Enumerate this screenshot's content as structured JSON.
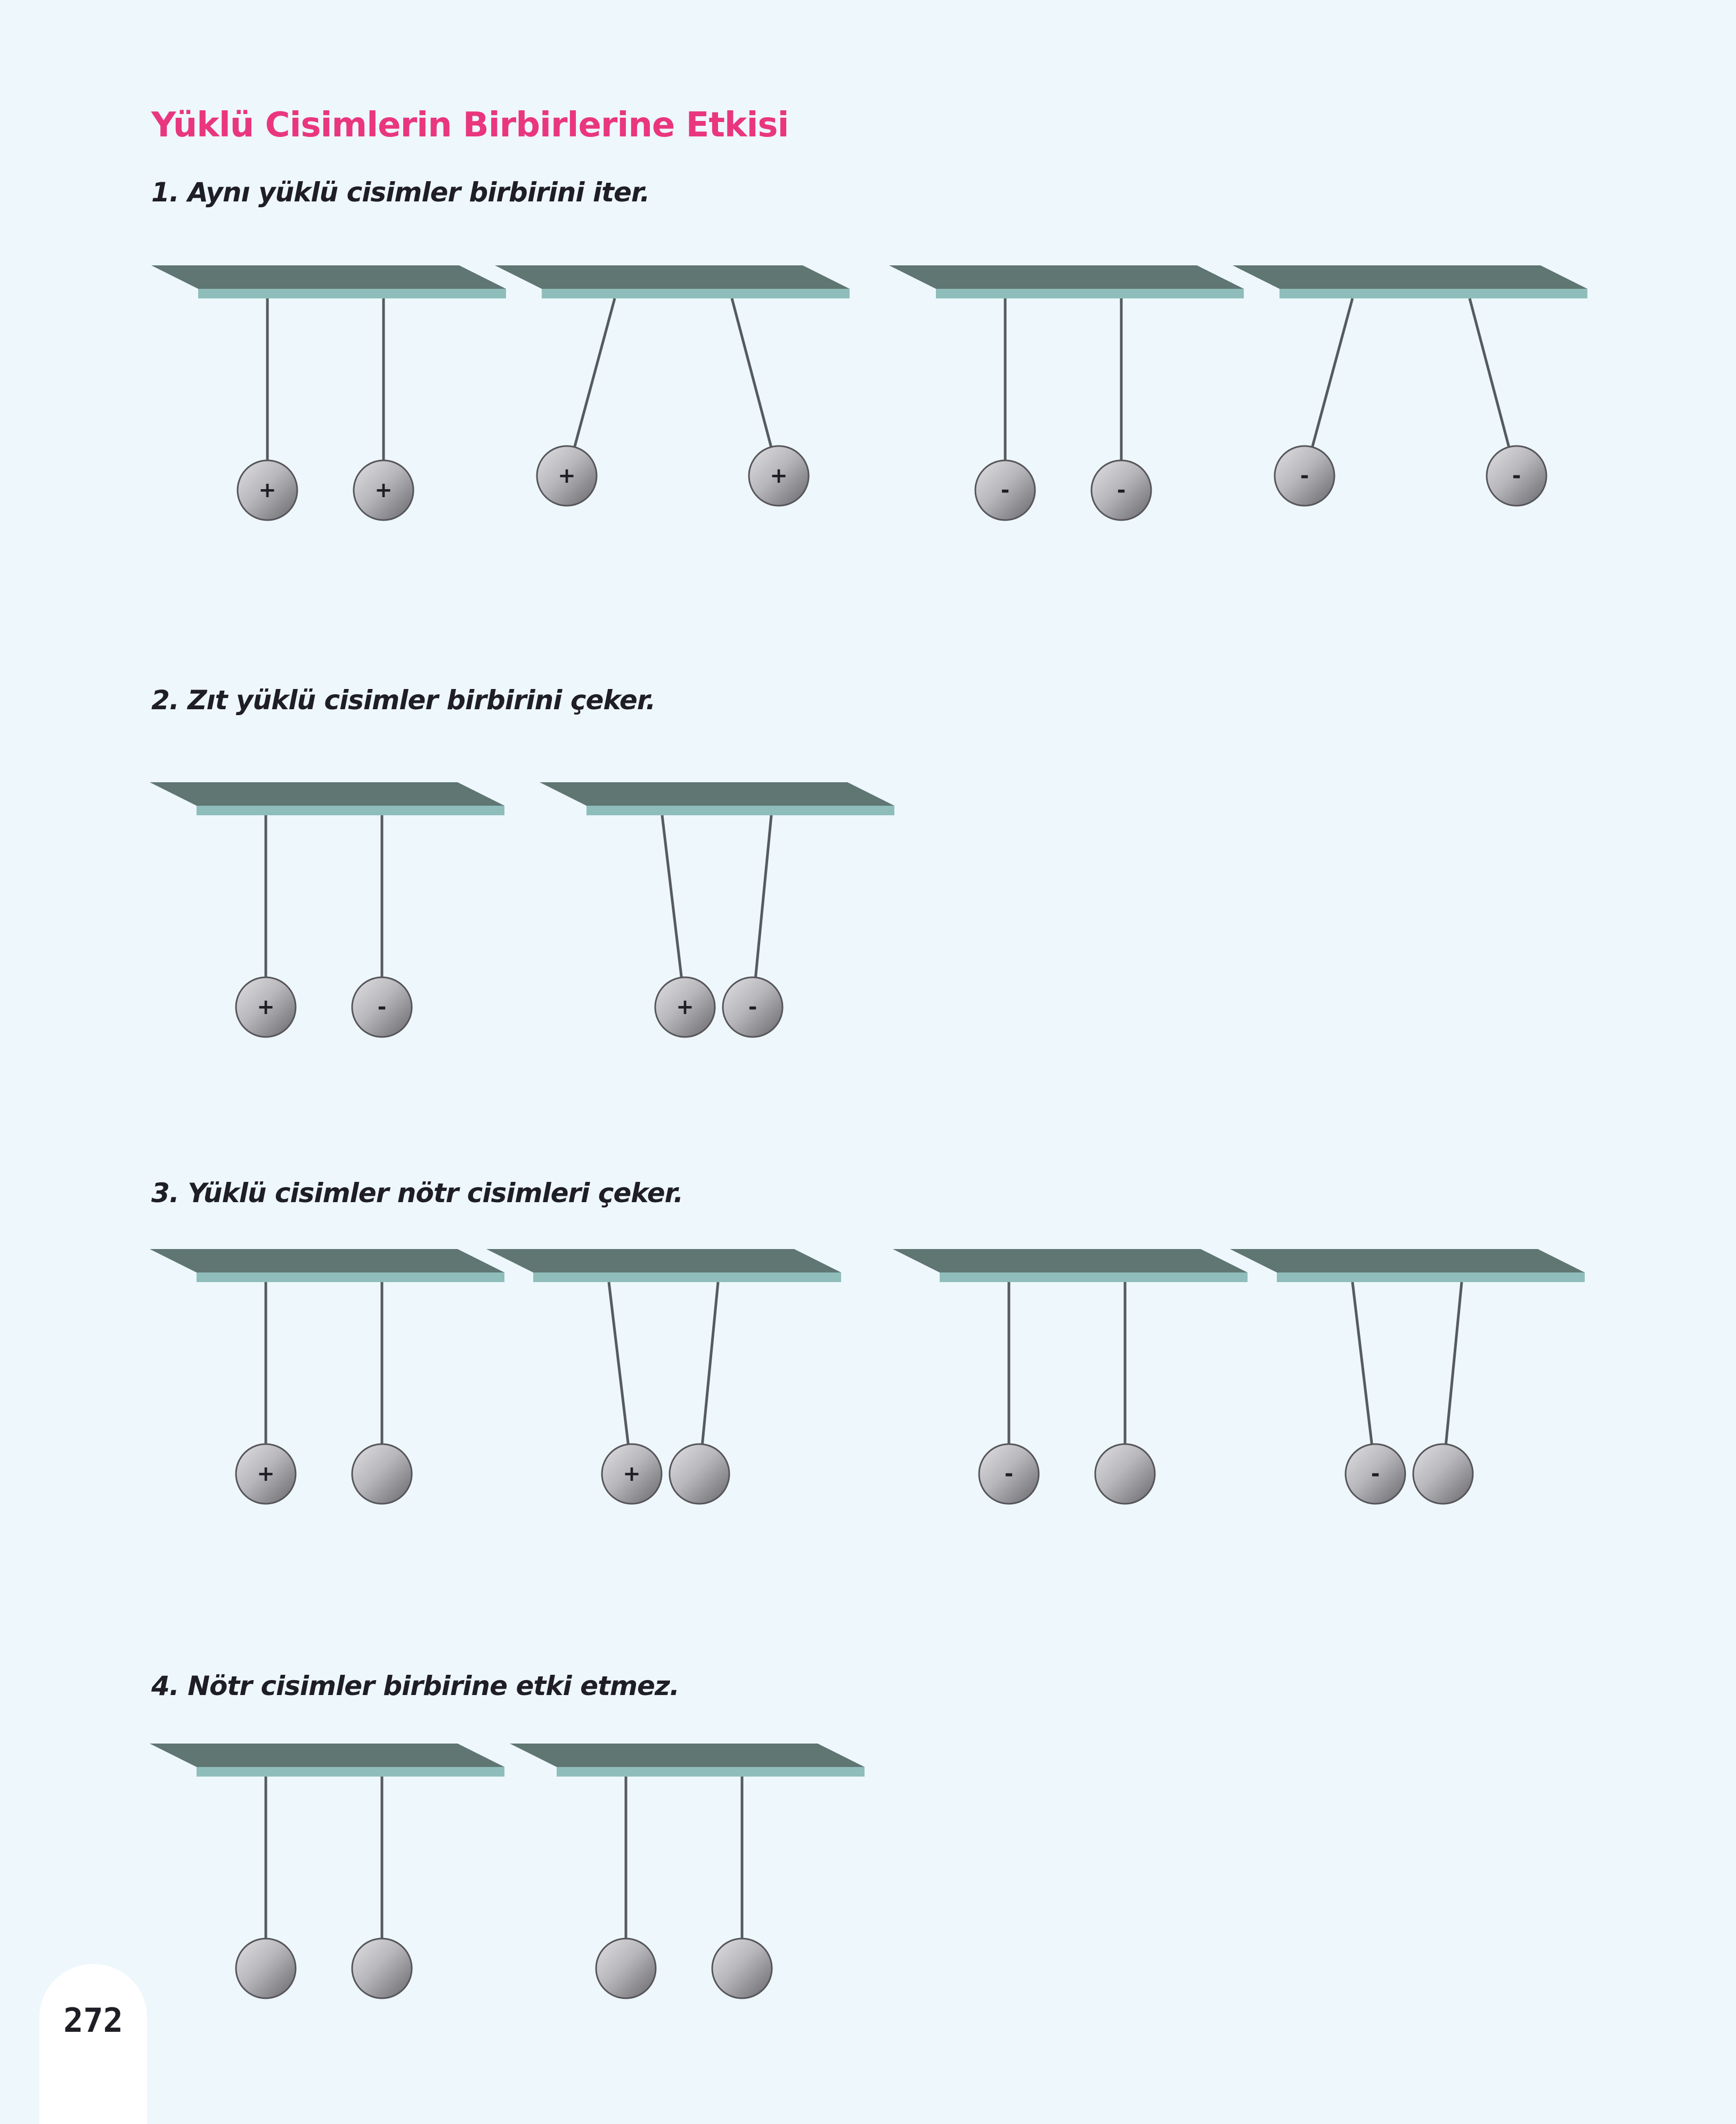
{
  "page": {
    "title": "Yüklü Cisimlerin Birbirlerine Etkisi",
    "page_number": "272",
    "colors": {
      "title": "#e9367f",
      "heading": "#1e1e24",
      "background": "#eef7fc",
      "bar_top": "#5f7673",
      "bar_edge": "#8fbdbb",
      "string": "#555b5e",
      "ball_light": "#d9d9dc",
      "ball_dark": "#6e6e72"
    }
  },
  "sections": [
    {
      "heading": "1. Aynı yüklü cisimler birbirini iter.",
      "pendulums": [
        {
          "state": "hanging",
          "charges": [
            "+",
            "+"
          ]
        },
        {
          "state": "repel",
          "charges": [
            "+",
            "+"
          ]
        },
        {
          "state": "hanging",
          "charges": [
            "-",
            "-"
          ]
        },
        {
          "state": "repel",
          "charges": [
            "-",
            "-"
          ]
        }
      ]
    },
    {
      "heading": "2. Zıt yüklü cisimler birbirini çeker.",
      "pendulums": [
        {
          "state": "hanging",
          "charges": [
            "+",
            "-"
          ]
        },
        {
          "state": "attract",
          "charges": [
            "+",
            "-"
          ]
        }
      ]
    },
    {
      "heading": "3. Yüklü cisimler nötr cisimleri çeker.",
      "pendulums": [
        {
          "state": "hanging",
          "charges": [
            "+",
            ""
          ]
        },
        {
          "state": "attract",
          "charges": [
            "+",
            ""
          ]
        },
        {
          "state": "hanging",
          "charges": [
            "-",
            ""
          ]
        },
        {
          "state": "attract",
          "charges": [
            "-",
            ""
          ]
        }
      ]
    },
    {
      "heading": "4. Nötr cisimler birbirine etki etmez.",
      "pendulums": [
        {
          "state": "hanging",
          "charges": [
            "",
            ""
          ]
        },
        {
          "state": "hanging",
          "charges": [
            "",
            ""
          ]
        }
      ]
    }
  ]
}
